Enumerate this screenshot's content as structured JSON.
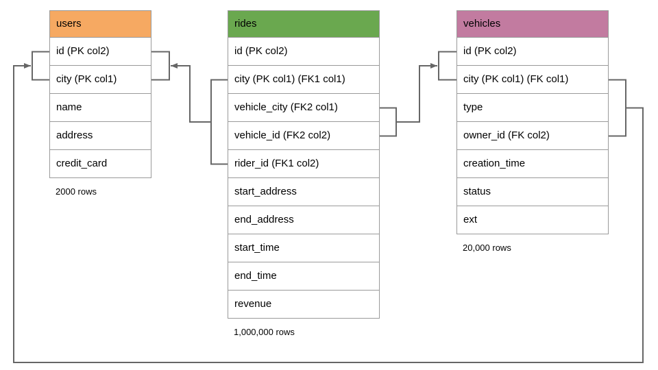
{
  "diagram": {
    "title": "database schema diagram",
    "colors": {
      "connector": "#666666",
      "table_border": "#999999",
      "text": "#000000"
    },
    "tables": [
      {
        "id": "users",
        "title": "users",
        "header_color": "#F6A962",
        "columns": [
          "id (PK col2)",
          "city (PK col1)",
          "name",
          "address",
          "credit_card"
        ],
        "row_count_label": "2000 rows"
      },
      {
        "id": "rides",
        "title": "rides",
        "header_color": "#6AA84F",
        "columns": [
          "id (PK col2)",
          "city (PK col1) (FK1 col1)",
          "vehicle_city (FK2 col1)",
          "vehicle_id (FK2 col2)",
          "rider_id (FK1 col2)",
          "start_address",
          "end_address",
          "start_time",
          "end_time",
          "revenue"
        ],
        "row_count_label": "1,000,000 rows"
      },
      {
        "id": "vehicles",
        "title": "vehicles",
        "header_color": "#C27BA0",
        "columns": [
          "id (PK col2)",
          "city (PK col1) (FK col1)",
          "type",
          "owner_id (FK col2)",
          "creation_time",
          "status",
          "ext"
        ],
        "row_count_label": "20,000 rows"
      }
    ],
    "relationships": [
      {
        "name": "rides FK1 references users",
        "from_table": "rides",
        "from_columns": [
          "city (PK col1) (FK1 col1)",
          "rider_id (FK1 col2)"
        ],
        "to_table": "users",
        "to_columns": [
          "id (PK col2)",
          "city (PK col1)"
        ]
      },
      {
        "name": "rides FK2 references vehicles",
        "from_table": "rides",
        "from_columns": [
          "vehicle_city (FK2 col1)",
          "vehicle_id (FK2 col2)"
        ],
        "to_table": "vehicles",
        "to_columns": [
          "id (PK col2)",
          "city (PK col1) (FK col1)"
        ]
      },
      {
        "name": "vehicles FK references users",
        "from_table": "vehicles",
        "from_columns": [
          "city (PK col1) (FK col1)",
          "owner_id (FK col2)"
        ],
        "to_table": "users",
        "to_columns": [
          "id (PK col2)",
          "city (PK col1)"
        ]
      }
    ]
  }
}
